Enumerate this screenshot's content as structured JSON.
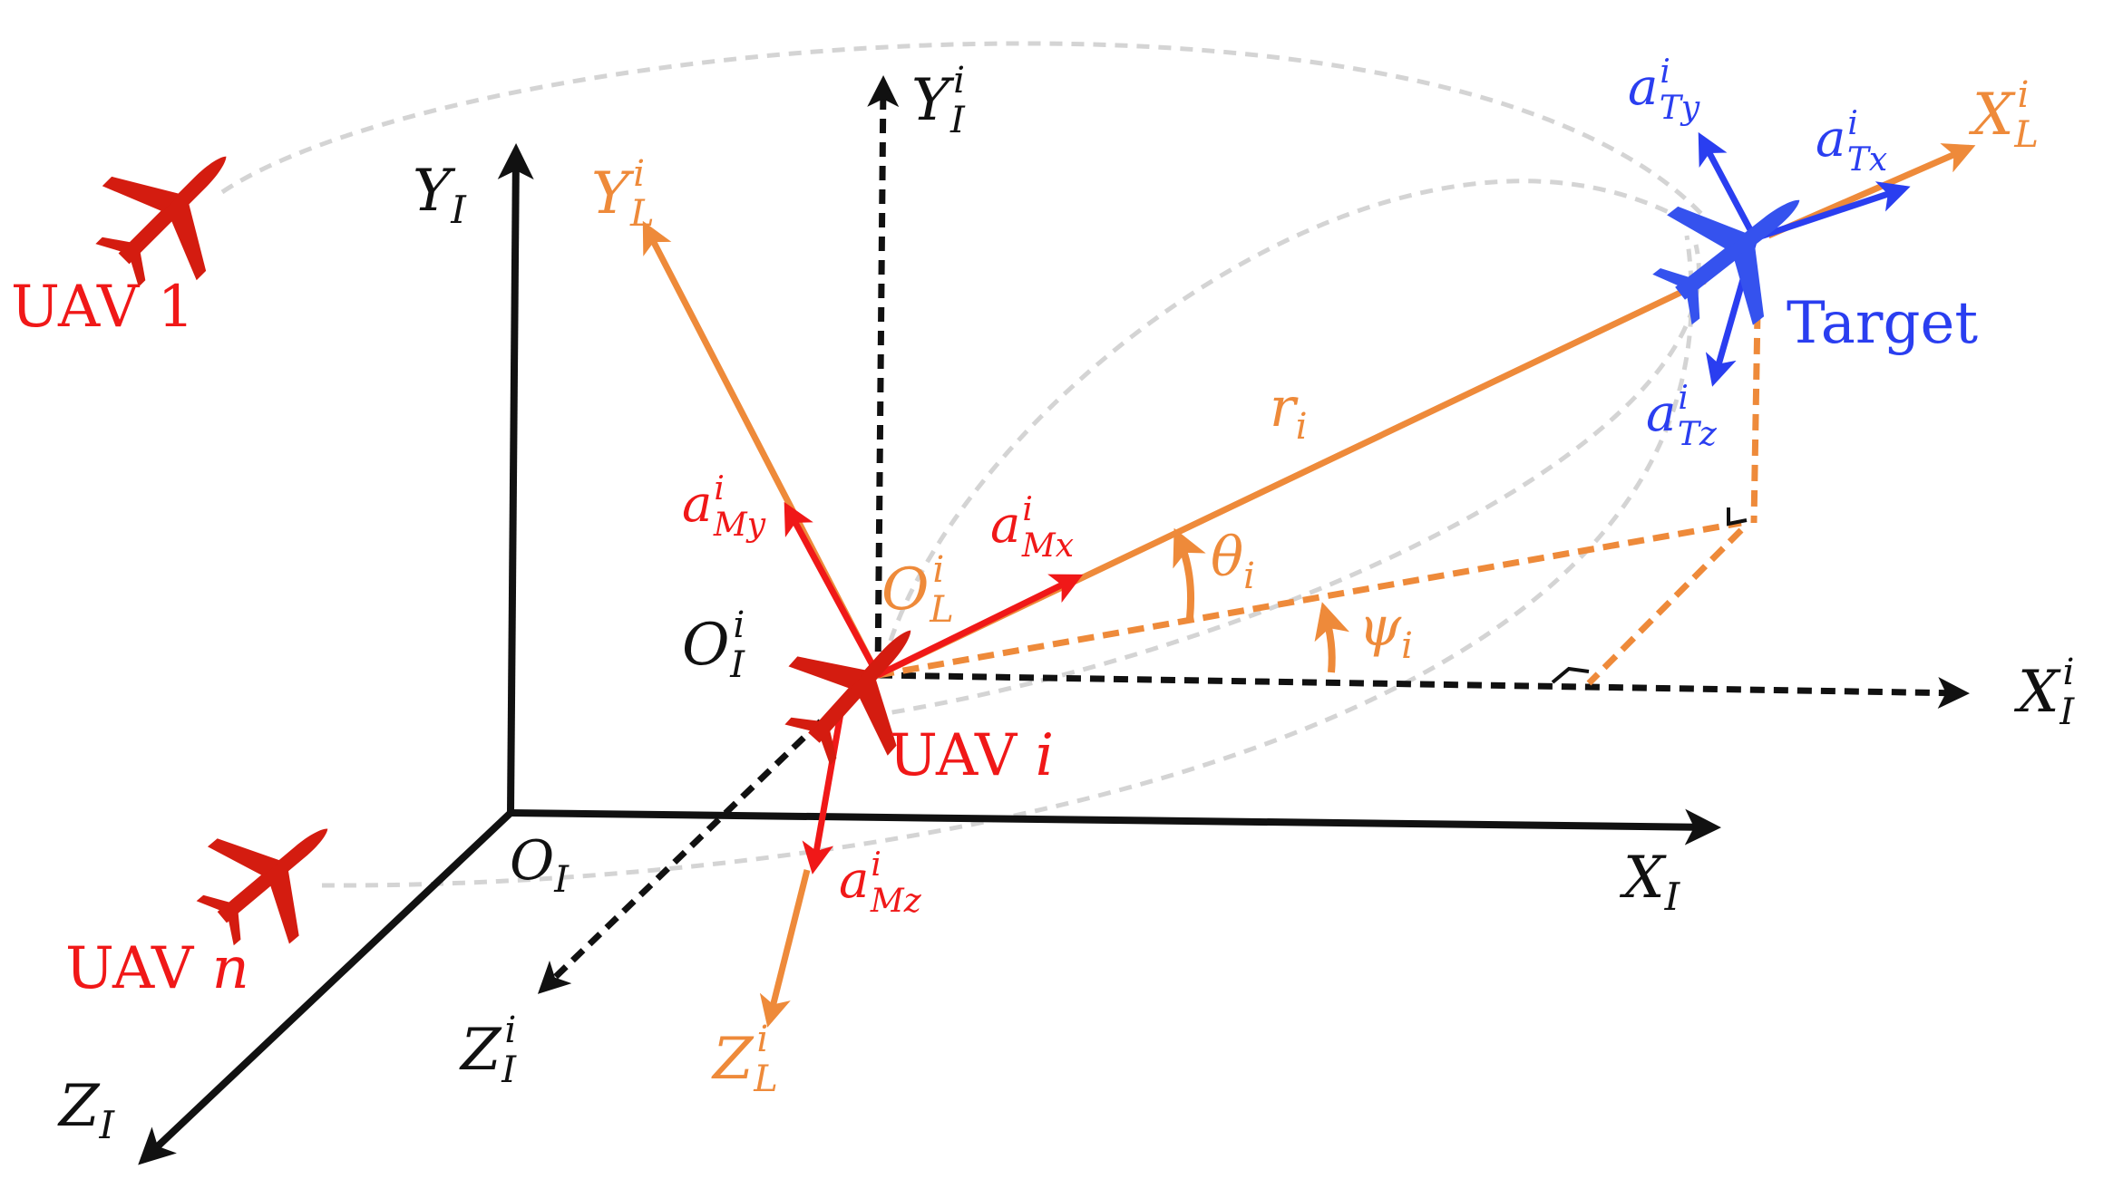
{
  "colors": {
    "black": "#111111",
    "orange": "#ee8a3a",
    "red": "#f01818",
    "blue": "#2a3ef0",
    "gray": "#d4d4d4",
    "uav_red": "#d41c10",
    "target_blue": "#3552ee"
  },
  "labels": {
    "inertial": {
      "y": {
        "main": "Y",
        "sub": "I"
      },
      "x": {
        "main": "X",
        "sub": "I"
      },
      "z": {
        "main": "Z",
        "sub": "I"
      },
      "o": {
        "main": "O",
        "sub": "I"
      }
    },
    "local_inertial": {
      "y": {
        "main": "Y",
        "sub": "I",
        "sup": "i"
      },
      "x": {
        "main": "X",
        "sub": "I",
        "sup": "i"
      },
      "z": {
        "main": "Z",
        "sub": "I",
        "sup": "i"
      },
      "o": {
        "main": "O",
        "sub": "I",
        "sup": "i"
      }
    },
    "los": {
      "y": {
        "main": "Y",
        "sub": "L",
        "sup": "i"
      },
      "x": {
        "main": "X",
        "sub": "L",
        "sup": "i"
      },
      "z": {
        "main": "Z",
        "sub": "L",
        "sup": "i"
      },
      "o": {
        "main": "O",
        "sub": "L",
        "sup": "i"
      }
    },
    "uav_accel": {
      "x": {
        "main": "a",
        "sub": "Mx",
        "sup": "i"
      },
      "y": {
        "main": "a",
        "sub": "My",
        "sup": "i"
      },
      "z": {
        "main": "a",
        "sub": "Mz",
        "sup": "i"
      }
    },
    "target_accel": {
      "x": {
        "main": "a",
        "sub": "Tx",
        "sup": "i"
      },
      "y": {
        "main": "a",
        "sub": "Ty",
        "sup": "i"
      },
      "z": {
        "main": "a",
        "sub": "Tz",
        "sup": "i"
      }
    },
    "range": {
      "main": "r",
      "sub": "i"
    },
    "theta": {
      "main": "θ",
      "sub": "i"
    },
    "psi": {
      "main": "ψ",
      "sub": "i"
    },
    "uav1": {
      "text": "UAV 1"
    },
    "uavn": {
      "text": "UAV ",
      "var": "n"
    },
    "uavi": {
      "text": "UAV ",
      "var": "i"
    },
    "target": {
      "text": "Target"
    }
  },
  "icons": {
    "uav": "airplane-icon",
    "target": "airplane-icon"
  }
}
